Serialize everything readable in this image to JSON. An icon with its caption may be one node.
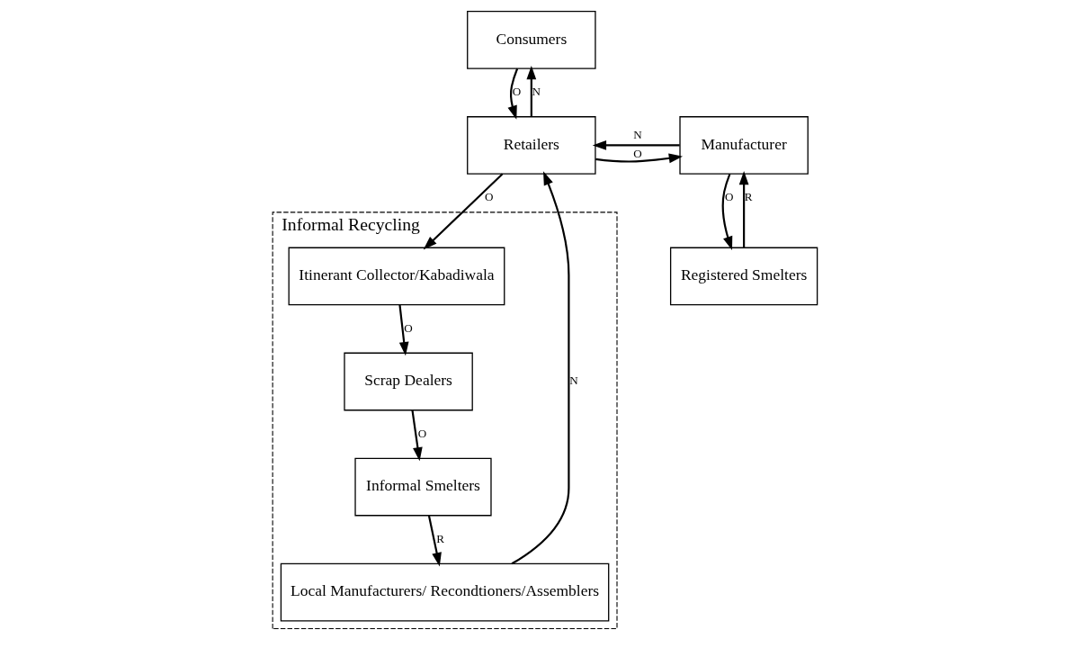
{
  "diagram": {
    "nodes": [
      {
        "text": [
          "Consumers"
        ]
      },
      {
        "text": [
          "Informal Recycling"
        ]
      },
      {
        "text": [
          "Manufacturer"
        ]
      },
      {
        "text": [
          "Retailers"
        ]
      },
      {
        "text": [
          "Itinerant Collector/Kabadiwala"
        ],
        "in": 1
      },
      {
        "text": [
          "Scrap Dealers"
        ],
        "in": 1
      },
      {
        "text": [
          "Registered Smelters"
        ]
      },
      {
        "text": [
          "Informal Smelters"
        ],
        "in": 1
      },
      {
        "text": [
          "Local Manufacturers/ Recondtioners/Assemblers"
        ],
        "in": 1
      }
    ],
    "edges": [
      {
        "from": 3,
        "to": 0,
        "arrow": "to",
        "label": "N"
      },
      {
        "from": 0,
        "to": 3,
        "arrow": "to",
        "label": "O"
      },
      {
        "from": 2,
        "to": 3,
        "arrow": "to",
        "label": "N"
      },
      {
        "from": 3,
        "to": 2,
        "arrow": "to",
        "label": "O"
      },
      {
        "from": 3,
        "to": 4,
        "arrow": "to",
        "label": "O"
      },
      {
        "from": 6,
        "to": 2,
        "arrow": "to",
        "label": "R"
      },
      {
        "from": 2,
        "to": 6,
        "arrow": "to",
        "label": "O"
      },
      {
        "from": 4,
        "to": 5,
        "arrow": "to",
        "label": "O"
      },
      {
        "from": 5,
        "to": 7,
        "arrow": "to",
        "label": "O"
      },
      {
        "from": 7,
        "to": 8,
        "arrow": "to",
        "label": "R"
      },
      {
        "from": 8,
        "to": 3,
        "arrow": "to",
        "label": "N"
      }
    ]
  }
}
